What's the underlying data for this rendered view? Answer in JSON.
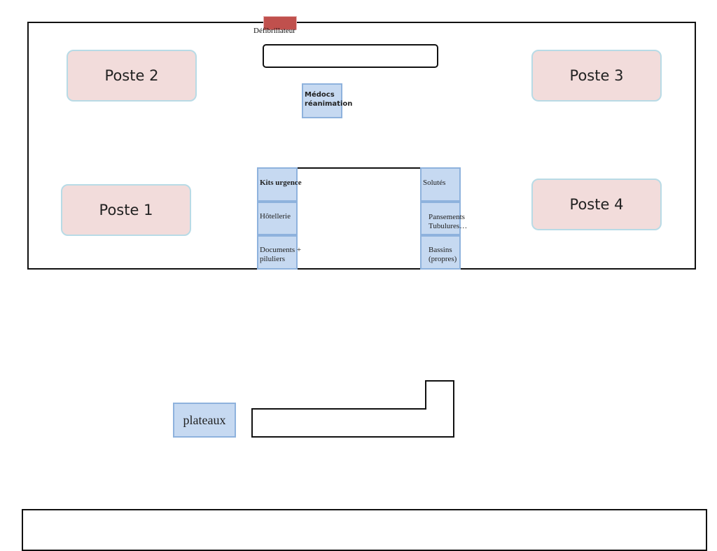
{
  "colors": {
    "poste_fill": "#f2dcdb",
    "poste_border": "#b8dbe6",
    "storage_fill": "#c6d9f1",
    "storage_border": "#8eb2dd",
    "defibrillator": "#c0504d",
    "wall": "#111111"
  },
  "defibrillator": {
    "label": "Défibrillateur"
  },
  "postes": {
    "p1": "Poste 1",
    "p2": "Poste 2",
    "p3": "Poste 3",
    "p4": "Poste 4"
  },
  "medocs": {
    "label": "Médocs\nréanimation"
  },
  "left_column": {
    "kits": "Kits urgence",
    "hotellerie": "Hôtellerie",
    "documents": "Documents +\npiluliers"
  },
  "right_column": {
    "solutes": "Solutés",
    "pansements": "Pansements\nTubulures…",
    "bassins": "Bassins\n(propres)"
  },
  "plateaux": {
    "label": "plateaux"
  }
}
